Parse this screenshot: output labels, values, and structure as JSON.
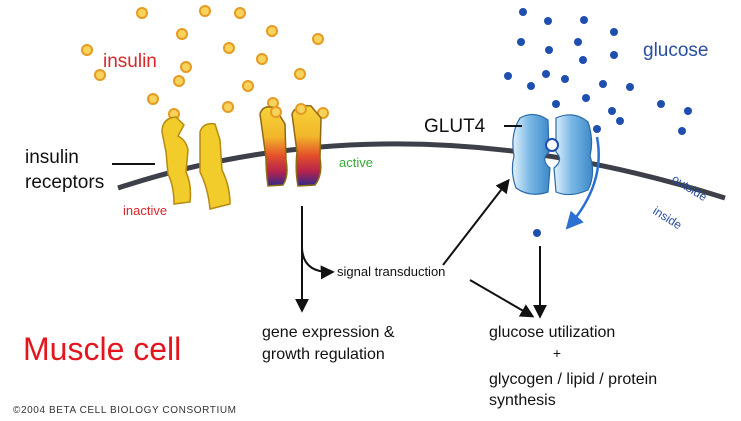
{
  "labels": {
    "insulin": "insulin",
    "glucose": "glucose",
    "receptors_line1": "insulin",
    "receptors_line2": "receptors",
    "inactive": "inactive",
    "active": "active",
    "glut4": "GLUT4",
    "outside": "outside",
    "inside": "inside",
    "signal": "signal transduction",
    "gene_line1": "gene expression &",
    "gene_line2": "growth regulation",
    "util_line1": "glucose utilization",
    "util_plus": "+",
    "util_line2": "glycogen / lipid / protein",
    "util_line3": "synthesis",
    "cell": "Muscle cell",
    "copyright": "©2004 BETA CELL BIOLOGY CONSORTIUM"
  },
  "colors": {
    "insulin_text": "#d9262b",
    "glucose_text": "#2a4ea0",
    "insulin_dot": "#f6d35a",
    "insulin_dot_edge": "#e89a22",
    "glucose_dot": "#1e4fae",
    "receptor_yellow": "#f2cc2a",
    "active_text": "#3aa836",
    "inactive_text": "#d9262b",
    "membrane": "#3d4048",
    "glut4_blue": "#6aaee0",
    "flow_arrow": "#2a6fd1",
    "cell_text": "#e3161d"
  }
}
